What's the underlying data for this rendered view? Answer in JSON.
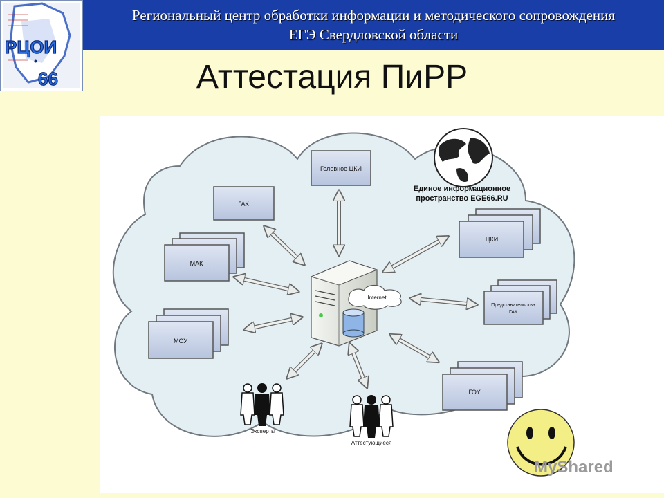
{
  "header": {
    "line1": "Региональный центр обработки информации и методического сопровождения",
    "line2": "ЕГЭ Свердловской области"
  },
  "logo": {
    "text1": "РЦОИ",
    "text2": "66"
  },
  "title": "Аттестация ПиРР",
  "diagram": {
    "nodes": {
      "golovnoe": "Головное ЦКИ",
      "gak": "ГАК",
      "mak": "МАК",
      "mou": "МОУ",
      "cki": "ЦКИ",
      "predst_line1": "Представительства",
      "predst_line2": "ГАК",
      "gou": "ГОУ",
      "eksperty": "Эксперты",
      "attestuyuschiesya": "Аттестующиеся",
      "internet": "Internet",
      "info_line1": "Единое информационное",
      "info_line2": "пространство EGE66.RU"
    }
  },
  "watermark": "MyShared",
  "colors": {
    "header_bg": "#1a3ea8",
    "page_bg": "#fdfbd2",
    "cloud_fill": "#e4eff4",
    "box_fill": "#c8d3e8"
  }
}
